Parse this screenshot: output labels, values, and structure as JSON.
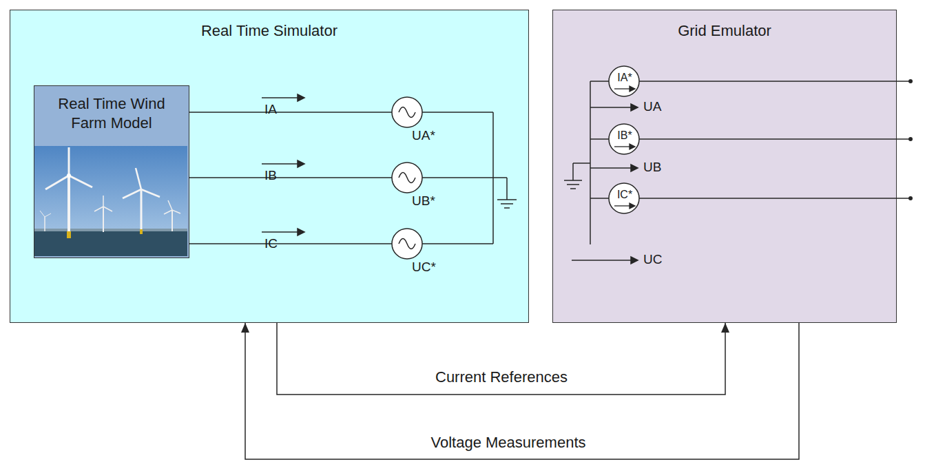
{
  "diagram": {
    "nodes": [
      {
        "text": [
          "Real Time Simulator"
        ]
      },
      {
        "text": [
          "Real Time Wind Farm Model"
        ],
        "in": 0
      },
      {
        "text": [
          "Grid Emulator"
        ]
      },
      {
        "text": [
          "IA*"
        ],
        "in": 2
      },
      {
        "text": [
          "IB*"
        ],
        "in": 2
      },
      {
        "text": [
          "IC*"
        ],
        "in": 2
      }
    ],
    "edges": [
      {
        "from": 0,
        "to": 2,
        "arrow": "to",
        "label": "Current References"
      },
      {
        "from": 2,
        "to": 0,
        "arrow": "to",
        "label": "Voltage Measurements"
      }
    ],
    "labels": [
      "IA",
      "IB",
      "IC",
      "UA*",
      "UB*",
      "UC*",
      "UA",
      "UB",
      "UC"
    ]
  }
}
